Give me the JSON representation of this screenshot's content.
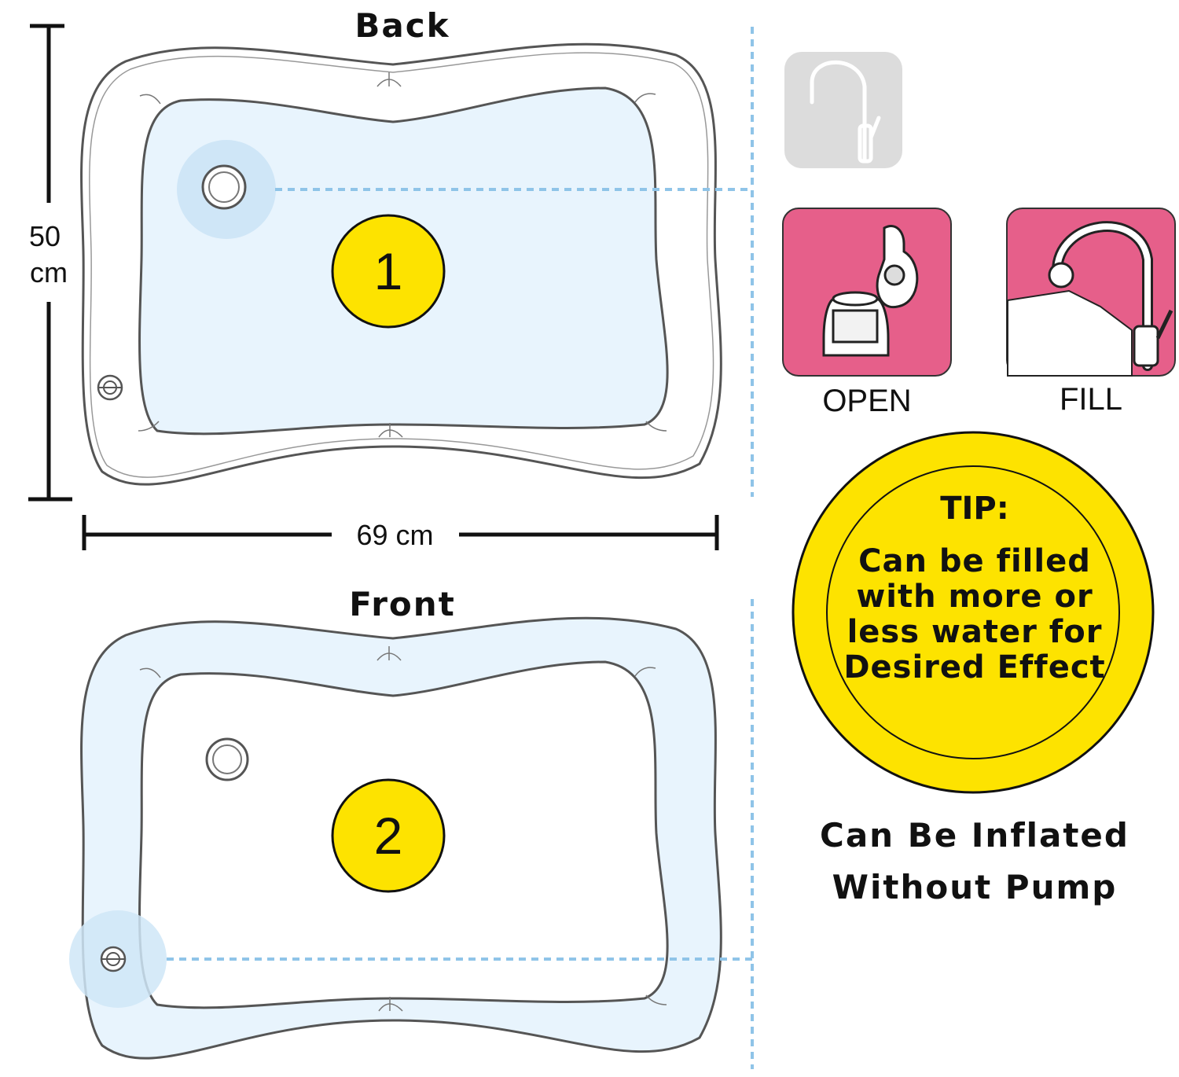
{
  "back_view": {
    "title": "Back",
    "step_number": "1"
  },
  "front_view": {
    "title": "Front",
    "step_number": "2"
  },
  "dimensions": {
    "height_value": "50",
    "height_unit": "cm",
    "width_label": "69 cm"
  },
  "steps": [
    {
      "label": "OPEN",
      "icon": "valve-cap-icon"
    },
    {
      "label": "FILL",
      "icon": "faucet-icon"
    }
  ],
  "faucet_thumbnail_icon": "faucet-icon",
  "tip": {
    "title": "TIP:",
    "lines": [
      "Can be filled",
      "with more or",
      "less water for",
      "Desired Effect"
    ]
  },
  "footer": {
    "line1": "Can Be Inflated",
    "line2": "Without Pump"
  },
  "colors": {
    "water_blue": "#e8f4fd",
    "highlight_blue": "#cfe6f7",
    "guide_blue": "#8fc4e8",
    "badge_yellow": "#fde300",
    "step_pink": "#e65f8a",
    "thumb_gray": "#dcdcdc",
    "outline": "#555555"
  }
}
